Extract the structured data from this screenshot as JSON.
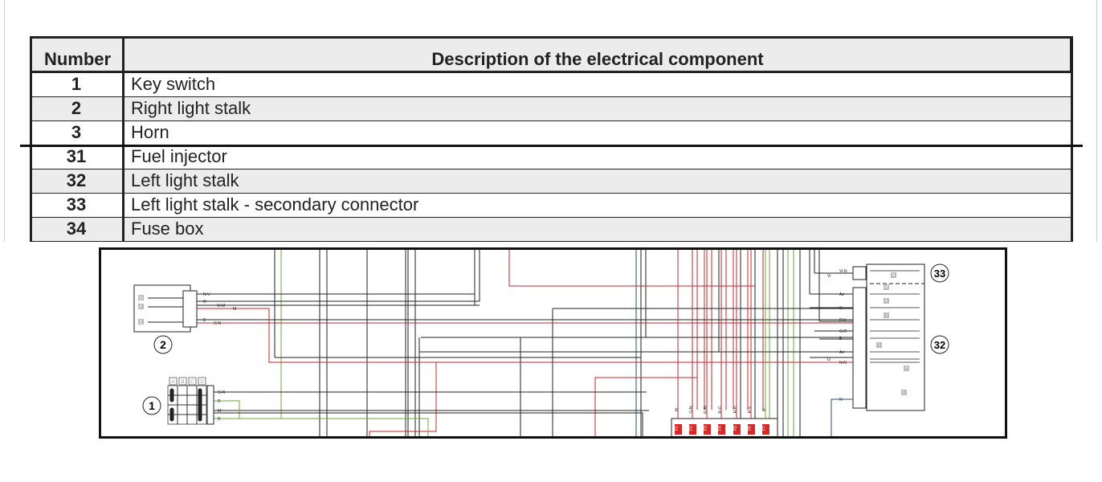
{
  "table": {
    "headers": {
      "number": "Number",
      "description": "Description of the electrical component"
    },
    "rows_top": [
      {
        "number": "1",
        "description": "Key switch"
      },
      {
        "number": "2",
        "description": "Right light stalk"
      },
      {
        "number": "3",
        "description": "Horn"
      }
    ],
    "rows_bottom": [
      {
        "number": "31",
        "description": "Fuel injector"
      },
      {
        "number": "32",
        "description": "Left light stalk"
      },
      {
        "number": "33",
        "description": "Left light stalk - secondary connector"
      },
      {
        "number": "34",
        "description": "Fuse box"
      }
    ]
  },
  "diagram": {
    "components": {
      "c1": "1",
      "c2": "2",
      "c32": "32",
      "c33": "33"
    },
    "key_switch_columns": [
      "A",
      "B",
      "C",
      "D"
    ],
    "key_switch_wires": [
      "G-N",
      "R",
      "M",
      "R"
    ],
    "right_stalk_switches": [
      "G",
      "F",
      "E"
    ],
    "right_stalk_wires": [
      "N-V",
      "N",
      "Vi-M",
      "M",
      "B",
      "G-N"
    ],
    "left_stalk_wires": [
      "Vi-N",
      "Vi",
      "Az",
      "G",
      "R-V",
      "G-R",
      "B",
      "Az",
      "G",
      "N-N",
      "N"
    ],
    "left_stalk_switches": [
      "N",
      "M",
      "K",
      "J",
      "I",
      "H",
      "L"
    ],
    "fuse_wires": [
      "N",
      "G-N",
      "R-Bl",
      "R-G",
      "R-B",
      "R-V",
      "R"
    ],
    "fuses": [
      "F1",
      "F2",
      "F3",
      "F4",
      "F5",
      "F6",
      "F7"
    ],
    "colors": {
      "red": "#c0272d",
      "green": "#6aaa3a",
      "blue": "#2b4f7a",
      "fuse": "#d42a2a"
    }
  }
}
